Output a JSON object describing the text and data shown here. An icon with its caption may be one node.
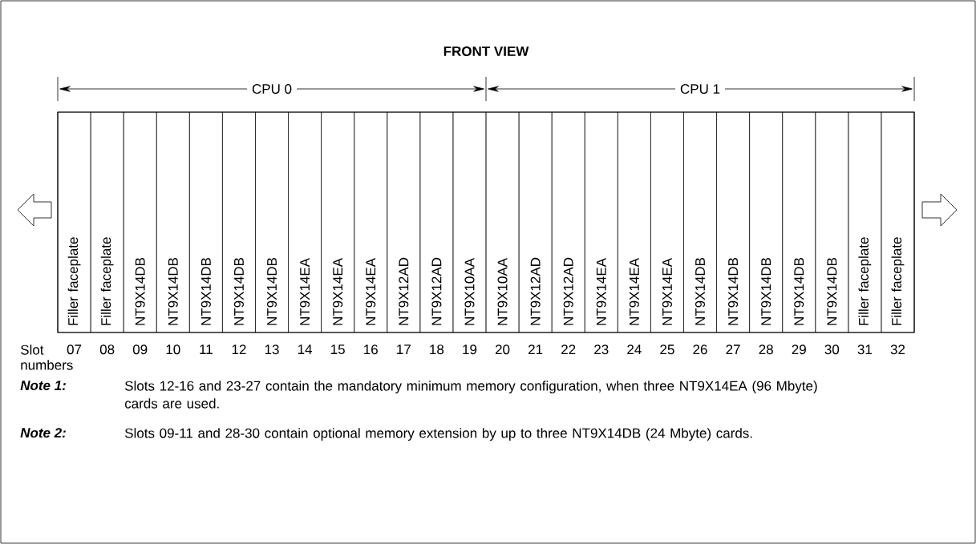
{
  "diagram": {
    "title": "FRONT VIEW",
    "nodes": [
      {
        "text": [
          "Filler faceplate"
        ]
      },
      {
        "text": [
          "Filler faceplate"
        ]
      },
      {
        "text": [
          "NT9X14DB"
        ]
      },
      {
        "text": [
          "NT9X14DB"
        ]
      },
      {
        "text": [
          "NT9X14DB"
        ]
      },
      {
        "text": [
          "NT9X14DB"
        ]
      },
      {
        "text": [
          "NT9X14DB"
        ]
      },
      {
        "text": [
          "NT9X14EA"
        ]
      },
      {
        "text": [
          "NT9X14EA"
        ]
      },
      {
        "text": [
          "NT9X14EA"
        ]
      },
      {
        "text": [
          "NT9X12AD"
        ]
      },
      {
        "text": [
          "NT9X12AD"
        ]
      },
      {
        "text": [
          "NT9X10AA"
        ]
      },
      {
        "text": [
          "NT9X10AA"
        ]
      },
      {
        "text": [
          "NT9X12AD"
        ]
      },
      {
        "text": [
          "NT9X12AD"
        ]
      },
      {
        "text": [
          "NT9X14EA"
        ]
      },
      {
        "text": [
          "NT9X14EA"
        ]
      },
      {
        "text": [
          "NT9X14EA"
        ]
      },
      {
        "text": [
          "NT9X14DB"
        ]
      },
      {
        "text": [
          "NT9X14DB"
        ]
      },
      {
        "text": [
          "NT9X14DB"
        ]
      },
      {
        "text": [
          "NT9X14DB"
        ]
      },
      {
        "text": [
          "NT9X14DB"
        ]
      },
      {
        "text": [
          "Filler faceplate"
        ]
      },
      {
        "text": [
          "Filler faceplate"
        ]
      }
    ],
    "labels": [
      "CPU 0",
      "CPU 1",
      "Slot numbers",
      "07",
      "08",
      "09",
      "10",
      "11",
      "12",
      "13",
      "14",
      "15",
      "16",
      "17",
      "18",
      "19",
      "20",
      "21",
      "22",
      "23",
      "24",
      "25",
      "26",
      "27",
      "28",
      "29",
      "30",
      "31",
      "32",
      "Note 1:",
      "Slots 12-16 and 23-27 contain the mandatory minimum memory configuration, when three NT9X14EA (96 Mbyte) cards are used.",
      "Note 2:",
      "Slots 09-11 and 28-30 contain optional memory extension by up to three NT9X14DB (24 Mbyte) cards."
    ]
  }
}
